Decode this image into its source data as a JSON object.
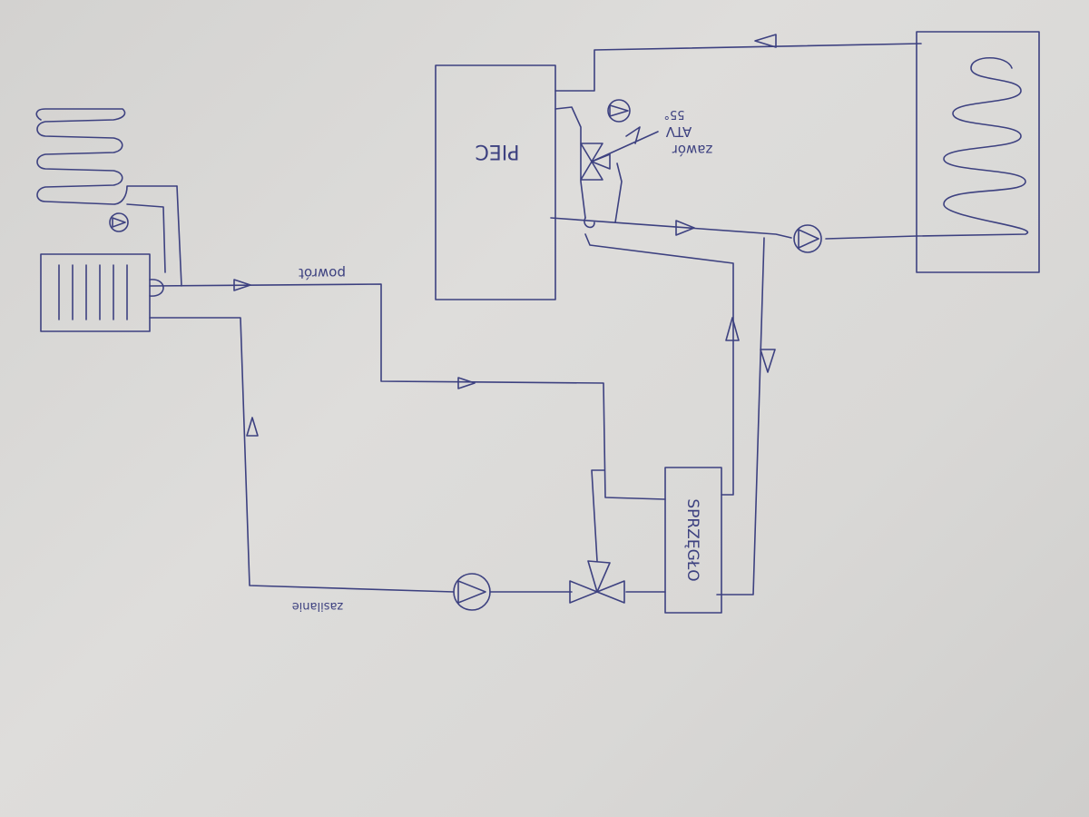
{
  "labels": {
    "boiler": "PIEC",
    "return": "powrót",
    "supply": "zasilanie",
    "coupler": "SPRZĘGŁO",
    "valve_note_line1": "zawór",
    "valve_note_line2": "ATV",
    "valve_note_line3": "55°"
  },
  "colors": {
    "ink": "#3d4180",
    "paper": "#d9d8d6"
  }
}
